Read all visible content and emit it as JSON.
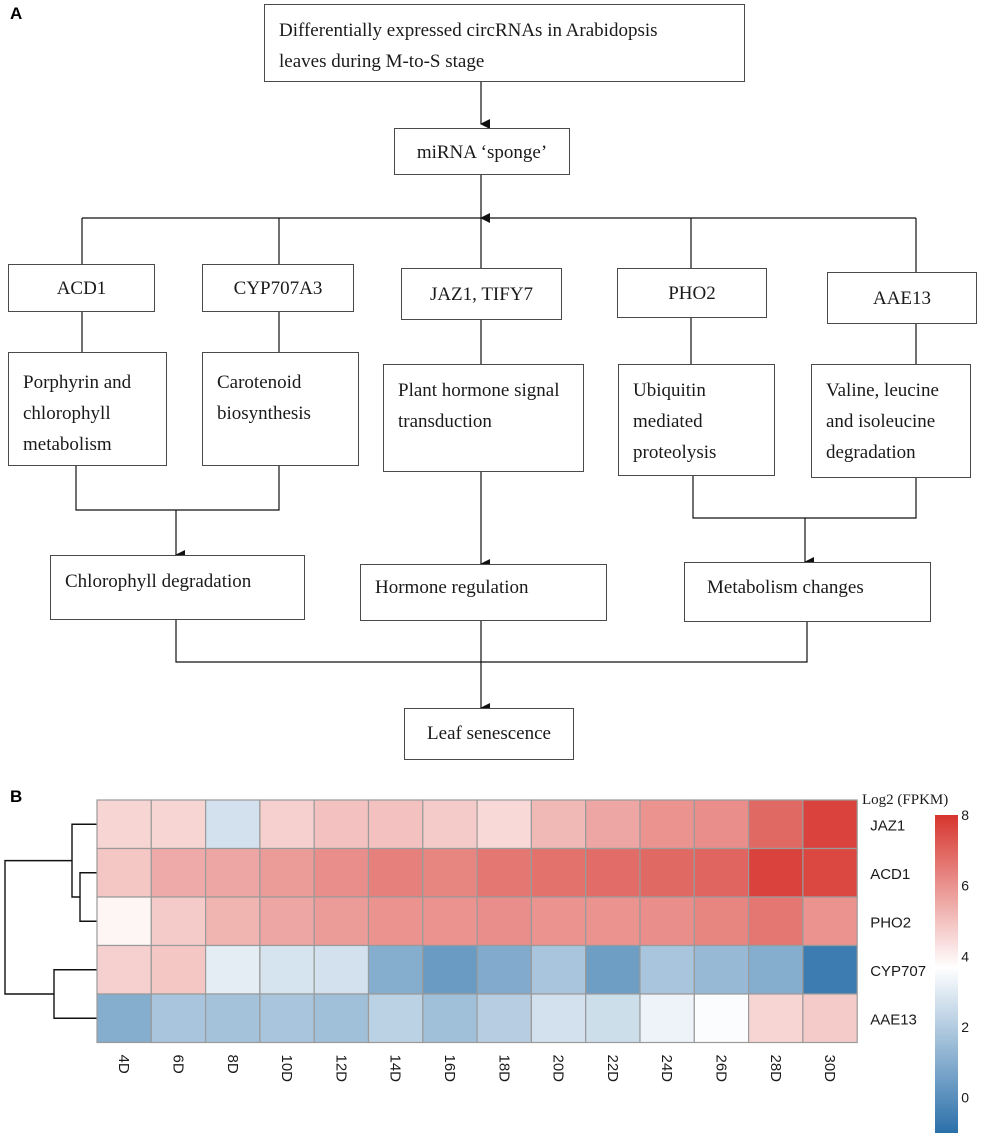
{
  "panels": {
    "a": "A",
    "b": "B"
  },
  "flowchart": {
    "top": [
      "Differentially expressed circRNAs in Arabidopsis",
      "leaves during M-to-S stage"
    ],
    "sponge": "miRNA ‘sponge’",
    "genes": [
      "ACD1",
      "CYP707A3",
      "JAZ1, TIFY7",
      "PHO2",
      "AAE13"
    ],
    "pathways": {
      "acd1": [
        "Porphyrin and",
        "chlorophyll",
        "metabolism"
      ],
      "cyp": [
        "Carotenoid",
        "biosynthesis"
      ],
      "jaz": [
        "Plant hormone signal",
        "transduction"
      ],
      "pho": [
        "Ubiquitin",
        "mediated",
        "proteolysis"
      ],
      "aae": [
        "Valine, leucine",
        "and isoleucine",
        "degradation"
      ]
    },
    "outcomes": [
      "Chlorophyll degradation",
      "Hormone regulation",
      "Metabolism changes"
    ],
    "final": "Leaf senescence"
  },
  "chart_data": {
    "type": "heatmap",
    "columns": [
      "4D",
      "6D",
      "8D",
      "10D",
      "12D",
      "14D",
      "16D",
      "18D",
      "20D",
      "22D",
      "24D",
      "26D",
      "28D",
      "30D"
    ],
    "rows": [
      "JAZ1",
      "ACD1",
      "PHO2",
      "CYP707",
      "AAE13"
    ],
    "values": [
      [
        4.6,
        4.6,
        2.7,
        4.7,
        5.0,
        5.0,
        4.8,
        4.5,
        5.2,
        5.6,
        6.0,
        6.1,
        6.9,
        7.7
      ],
      [
        4.9,
        5.5,
        5.6,
        5.8,
        6.1,
        6.4,
        6.3,
        6.6,
        6.7,
        6.8,
        6.9,
        7.0,
        7.7,
        7.6
      ],
      [
        3.9,
        4.8,
        5.3,
        5.6,
        5.8,
        6.0,
        6.0,
        6.1,
        6.0,
        6.0,
        6.1,
        6.3,
        6.6,
        6.0
      ],
      [
        4.7,
        4.9,
        3.1,
        2.8,
        2.7,
        1.0,
        0.4,
        0.9,
        1.8,
        0.5,
        1.8,
        1.4,
        1.0,
        -0.6
      ],
      [
        1.0,
        1.8,
        1.7,
        1.8,
        1.6,
        2.2,
        1.6,
        2.1,
        2.7,
        2.6,
        3.3,
        3.6,
        4.6,
        4.8
      ]
    ],
    "legend_title": "Log2 (FPKM)",
    "legend_ticks": [
      8,
      6,
      4,
      2,
      0
    ],
    "scale": {
      "min": -1,
      "max": 8,
      "mid": 3.7
    },
    "colors": {
      "low": "#2b70aa",
      "mid": "#ffffff",
      "high": "#d7352e"
    },
    "dendrogram": "rows"
  }
}
